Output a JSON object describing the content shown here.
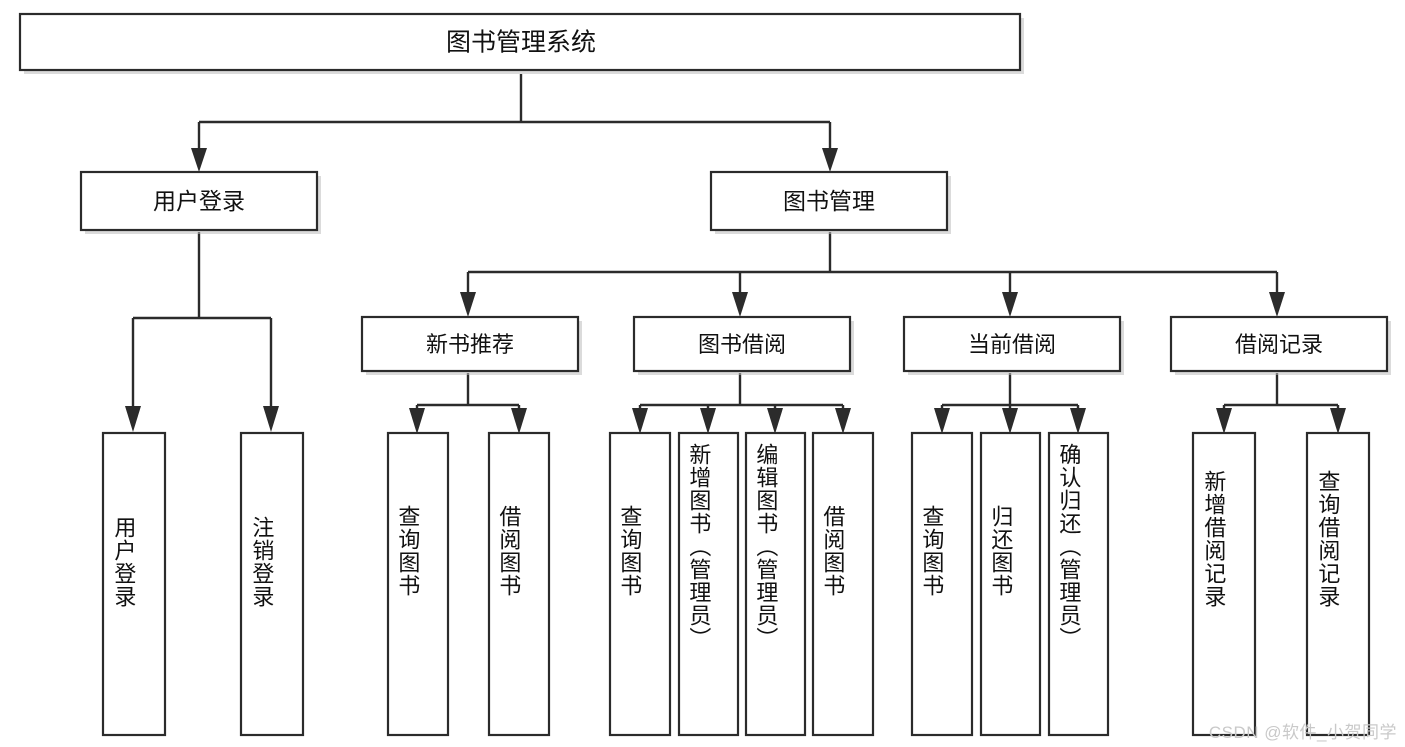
{
  "diagram": {
    "type": "hierarchy-tree",
    "title": "图书管理系统",
    "root": {
      "label": "图书管理系统"
    },
    "level2": [
      {
        "label": "用户登录"
      },
      {
        "label": "图书管理"
      }
    ],
    "level3": [
      {
        "label": "新书推荐"
      },
      {
        "label": "图书借阅"
      },
      {
        "label": "当前借阅"
      },
      {
        "label": "借阅记录"
      }
    ],
    "leaves": {
      "user_login": [
        {
          "label": "用户登录"
        },
        {
          "label": "注销登录"
        }
      ],
      "new_book_recommend": [
        {
          "label": "查询图书"
        },
        {
          "label": "借阅图书"
        }
      ],
      "book_borrow": [
        {
          "label": "查询图书"
        },
        {
          "label": "新增图书（管理员）"
        },
        {
          "label": "编辑图书（管理员）"
        },
        {
          "label": "借阅图书"
        }
      ],
      "current_borrow": [
        {
          "label": "查询图书"
        },
        {
          "label": "归还图书"
        },
        {
          "label": "确认归还（管理员）"
        }
      ],
      "borrow_record": [
        {
          "label": "新增借阅记录"
        },
        {
          "label": "查询借阅记录"
        }
      ]
    }
  },
  "watermark": {
    "text": "CSDN @软件_小贺同学"
  },
  "colors": {
    "stroke": "#2b2b2b",
    "fill": "#ffffff",
    "text": "#111111",
    "watermark": "#c9c9c9"
  }
}
